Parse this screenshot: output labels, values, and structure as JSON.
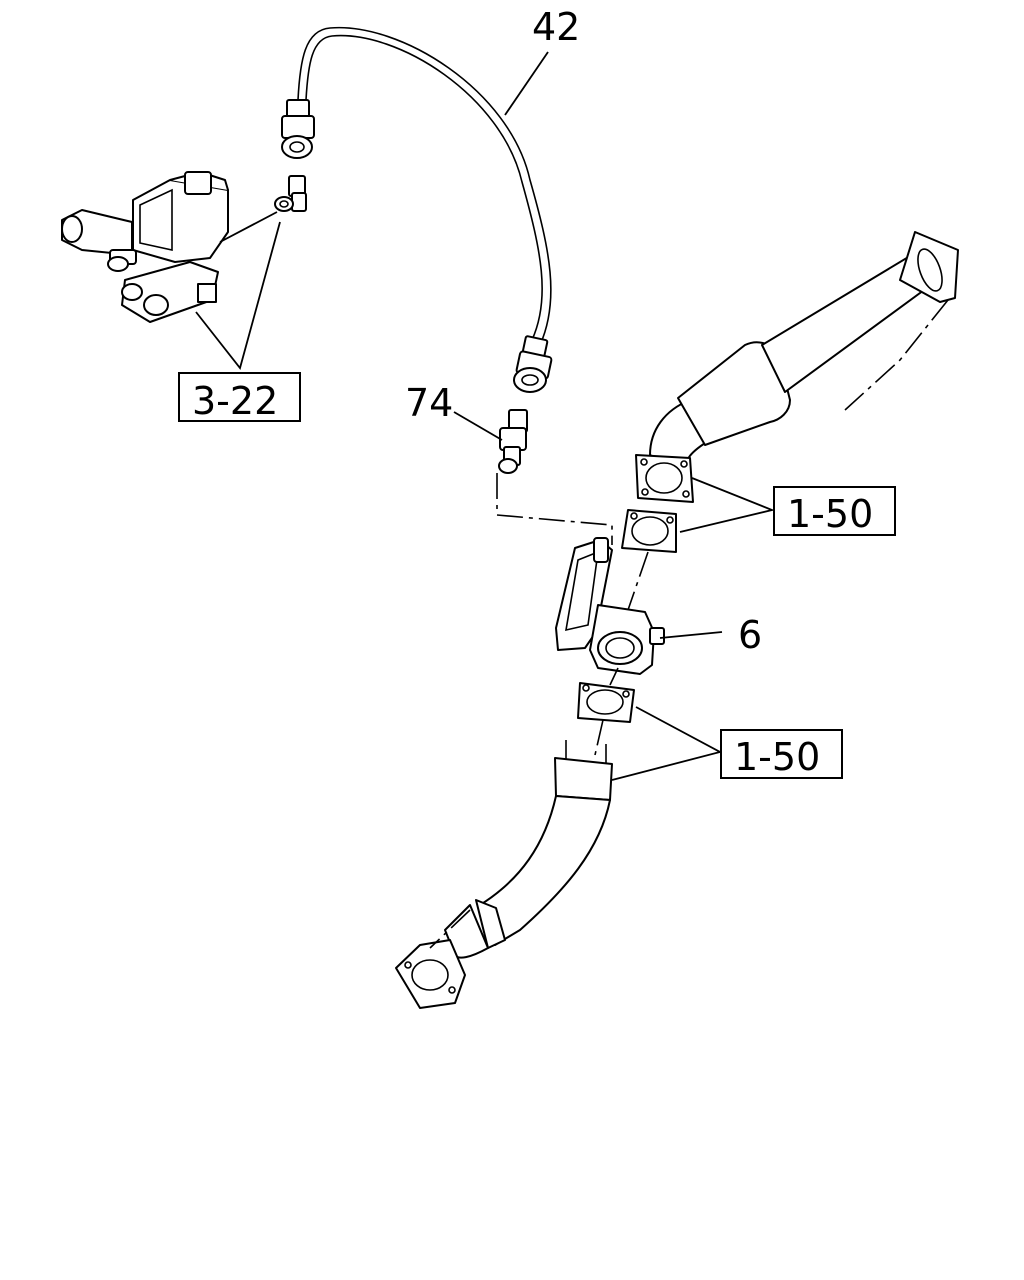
{
  "callouts": {
    "c42": "42",
    "c74": "74",
    "c6": "6",
    "c322": "3-22",
    "c150a": "1-50",
    "c150b": "1-50"
  }
}
